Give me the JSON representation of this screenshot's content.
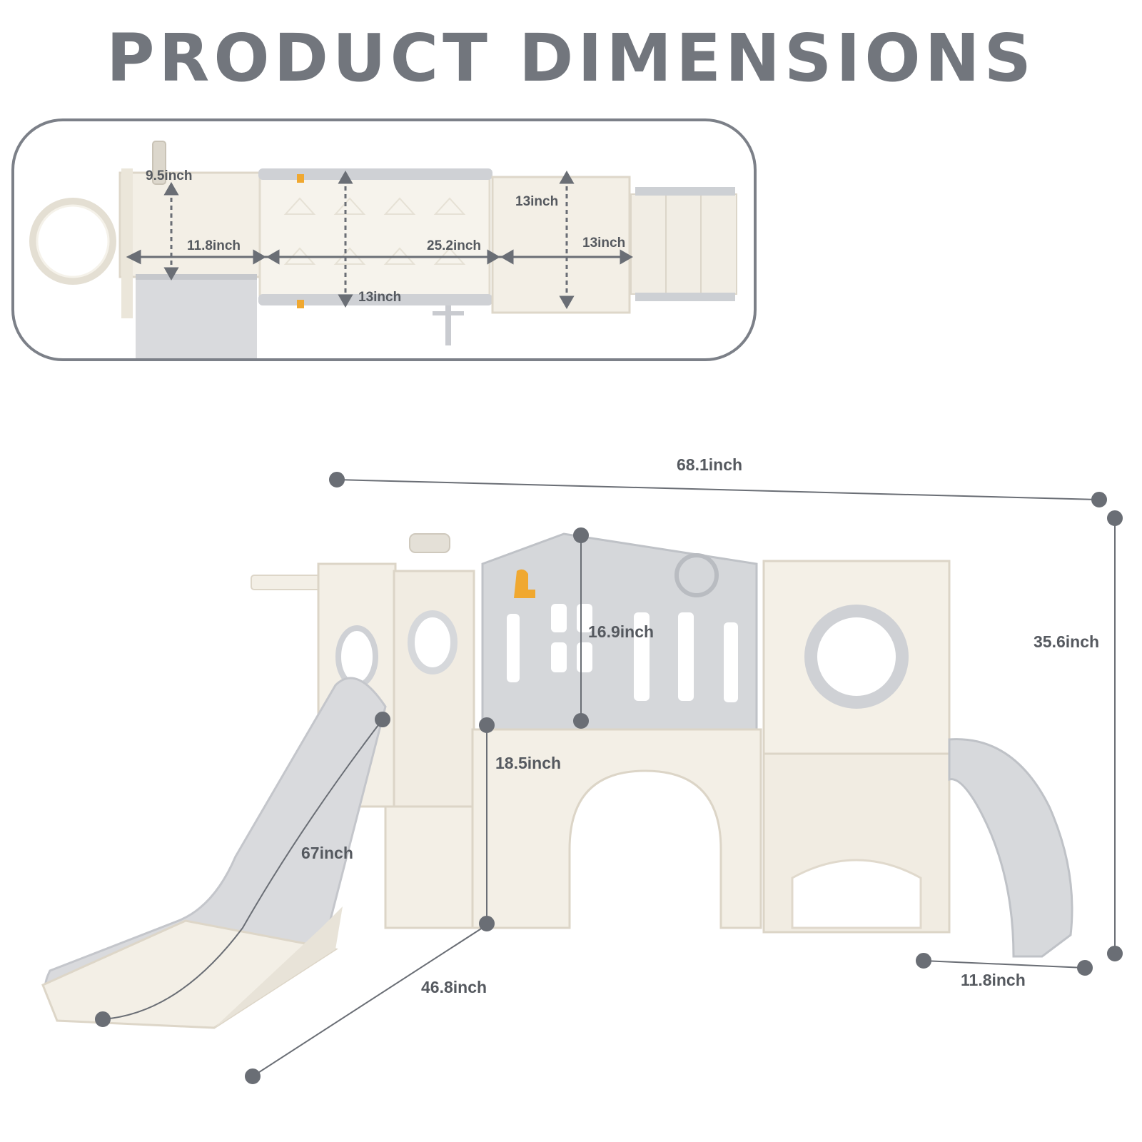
{
  "title": "PRODUCT DIMENSIONS",
  "top_view": {
    "dims": {
      "d1": "9.5inch",
      "d2": "11.8inch",
      "d3": "25.2inch",
      "d4": "13inch",
      "d5": "13inch",
      "d6": "13inch"
    }
  },
  "side_view": {
    "dims": {
      "overall_length": "68.1inch",
      "overall_height": "35.6inch",
      "roof_height": "16.9inch",
      "tunnel_height": "18.5inch",
      "slide_length": "67inch",
      "depth": "46.8inch",
      "small_slide_width": "11.8inch"
    }
  },
  "colors": {
    "title": "#72767d",
    "frame": "#7c8088",
    "cream": "#f3efe6",
    "cream_edge": "#e2dccf",
    "grey_panel": "#d5d7da",
    "grey_dark": "#b9bcc1",
    "accent_orange": "#f0a830",
    "dim_line": "#6a6e75"
  }
}
